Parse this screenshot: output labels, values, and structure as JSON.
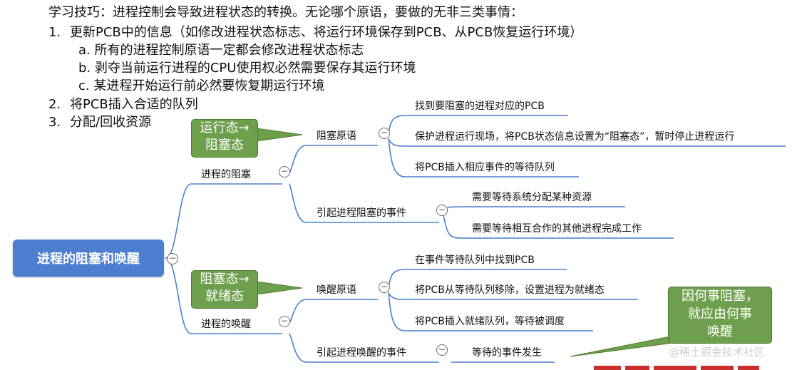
{
  "tips": {
    "intro": "学习技巧：进程控制会导致进程状态的转换。无论哪个原语，要做的无非三类事情：",
    "items": [
      {
        "num": "1.",
        "text": "更新PCB中的信息（如修改进程状态标志、将运行环境保存到PCB、从PCB恢复运行环境）"
      },
      {
        "num": "2.",
        "text": "将PCB插入合适的队列"
      },
      {
        "num": "3.",
        "text": "分配/回收资源"
      }
    ],
    "subitems": [
      "a. 所有的进程控制原语一定都会修改进程状态标志",
      "b. 剥夺当前运行进程的CPU使用权必然需要保存其运行环境",
      "c. 某进程开始运行前必然要恢复期运行环境"
    ]
  },
  "mindmap": {
    "root": "进程的阻塞和唤醒",
    "block": {
      "label": "进程的阻塞",
      "primitive": {
        "label": "阻塞原语",
        "steps": [
          "找到要阻塞的进程对应的PCB",
          "保护进程运行现场，将PCB状态信息设置为“阻塞态”，暂时停止进程运行",
          "将PCB插入相应事件的等待队列"
        ]
      },
      "events": {
        "label": "引起进程阻塞的事件",
        "items": [
          "需要等待系统分配某种资源",
          "需要等待相互合作的其他进程完成工作"
        ]
      }
    },
    "wake": {
      "label": "进程的唤醒",
      "primitive": {
        "label": "唤醒原语",
        "steps": [
          "在事件等待队列中找到PCB",
          "将PCB从等待队列移除，设置进程为就绪态",
          "将PCB插入就绪队列，等待被调度"
        ]
      },
      "events": {
        "label": "引起进程唤醒的事件",
        "items": [
          "等待的事件发生"
        ]
      }
    }
  },
  "callouts": {
    "run_to_block": [
      "运行态→",
      "阻塞态"
    ],
    "block_to_ready": [
      "阻塞态→",
      "就绪态"
    ],
    "note": [
      "因何事阻塞，",
      "就应由何事",
      "唤醒"
    ]
  },
  "collapse_symbol": "−",
  "watermark": "@稀土掘金技术社区",
  "colors": {
    "root_fill": "#4c7fcf",
    "branch_line": "#4c7fcf",
    "callout_fill": "#6e9f4c",
    "callout_border": "#4d7a2f"
  }
}
